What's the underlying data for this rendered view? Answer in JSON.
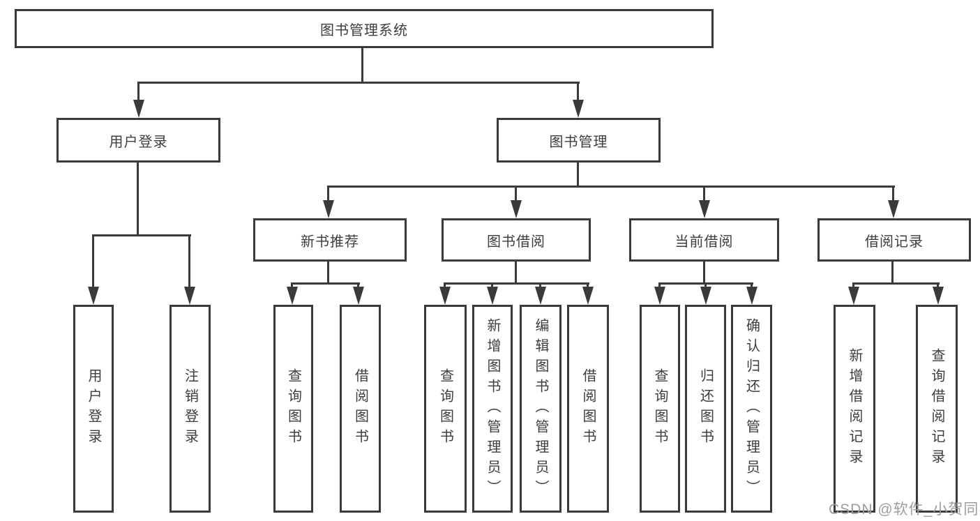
{
  "diagram": {
    "title_hint": "library management system function structure diagram",
    "root": {
      "label": "图书管理系统"
    },
    "branches": [
      {
        "label": "用户登录",
        "children": [
          {
            "label": "用户登录"
          },
          {
            "label": "注销登录"
          }
        ]
      },
      {
        "label": "图书管理",
        "children": [
          {
            "label": "新书推荐",
            "children": [
              {
                "label": "查询图书"
              },
              {
                "label": "借阅图书"
              }
            ]
          },
          {
            "label": "图书借阅",
            "children": [
              {
                "label": "查询图书"
              },
              {
                "label": "新增图书（管理员）"
              },
              {
                "label": "编辑图书（管理员）"
              },
              {
                "label": "借阅图书"
              }
            ]
          },
          {
            "label": "当前借阅",
            "children": [
              {
                "label": "查询图书"
              },
              {
                "label": "归还图书"
              },
              {
                "label": "确认归还（管理员）"
              }
            ]
          },
          {
            "label": "借阅记录",
            "children": [
              {
                "label": "新增借阅记录"
              },
              {
                "label": "查询借阅记录"
              }
            ]
          }
        ]
      }
    ]
  },
  "watermark": {
    "text": "CSDN @软件_小贺同学",
    "color": "#9d9d9d"
  },
  "colors": {
    "line": "#3a3a3a",
    "box_border": "#3a3a3a",
    "text": "#3d3d3d",
    "background": "#ffffff"
  }
}
